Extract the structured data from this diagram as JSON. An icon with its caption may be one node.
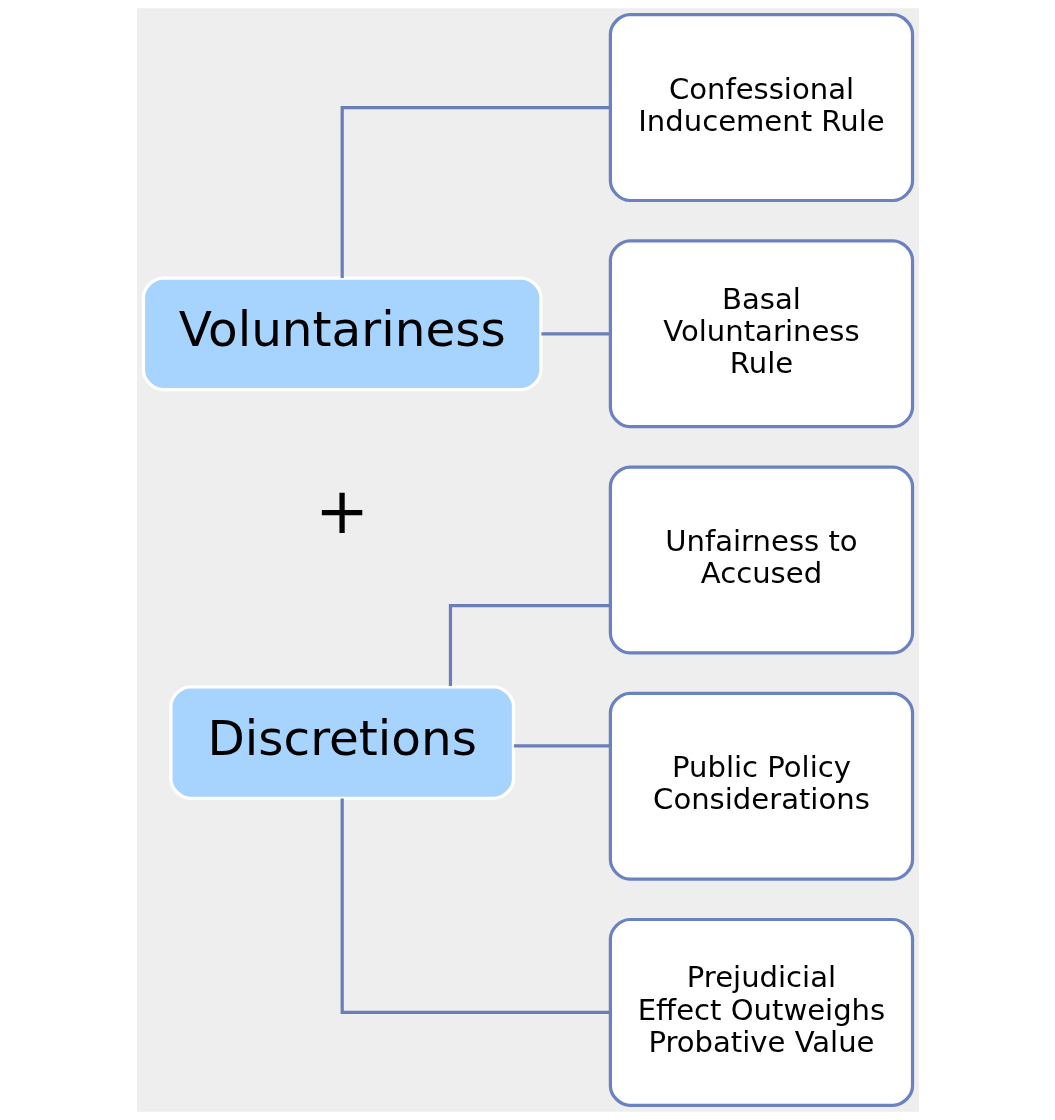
{
  "diagram": {
    "nodes": [
      {
        "text": [
          "Voluntariness"
        ]
      },
      {
        "text": [
          "Discretions"
        ]
      },
      {
        "text": [
          "Confessional Inducement Rule"
        ]
      },
      {
        "text": [
          "Basal Voluntariness Rule"
        ]
      },
      {
        "text": [
          "Unfairness to Accused"
        ]
      },
      {
        "text": [
          "Public Policy Considerations"
        ]
      },
      {
        "text": [
          "Prejudicial Effect Outweighs Probative Value"
        ]
      }
    ],
    "edges": [
      {
        "from": 0,
        "to": 2,
        "arrow": "none"
      },
      {
        "from": 0,
        "to": 3,
        "arrow": "none"
      },
      {
        "from": 1,
        "to": 4,
        "arrow": "none"
      },
      {
        "from": 1,
        "to": 5,
        "arrow": "none"
      },
      {
        "from": 1,
        "to": 6,
        "arrow": "none"
      }
    ],
    "labels": [
      "+"
    ]
  }
}
